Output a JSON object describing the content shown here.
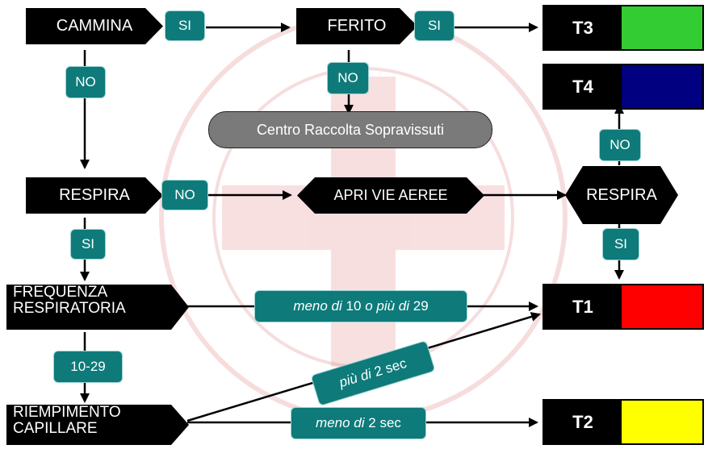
{
  "nodes": {
    "cammina": "CAMMINA",
    "ferito": "FERITO",
    "respira_left": "RESPIRA",
    "apri_vie_aeree": "APRI VIE AEREE",
    "respira_right": "RESPIRA",
    "frequenza_line1": "FREQUENZA",
    "frequenza_line2": "RESPIRATORIA",
    "riempimento_line1": "RIEMPIMENTO",
    "riempimento_line2": "CAPILLARE",
    "centro": "Centro Raccolta Sopravissuti"
  },
  "labels": {
    "si": "SI",
    "no": "NO",
    "range_10_29": "10-29",
    "meno_di_a": "meno di",
    "num_10": "10",
    "o_piu_di": "o più di",
    "num_29": "29",
    "piu_di": "più di",
    "meno_di_b": "meno di",
    "num_2": "2",
    "sec": "sec"
  },
  "priorities": [
    {
      "code": "T3",
      "color": "#33cc33"
    },
    {
      "code": "T4",
      "color": "#000080"
    },
    {
      "code": "T1",
      "color": "#ff0000"
    },
    {
      "code": "T2",
      "color": "#ffff00"
    }
  ],
  "colors": {
    "tag_fill": "#0e7a7a",
    "pill_fill": "#7a7a7a",
    "watermark": "#f2c8c8"
  }
}
